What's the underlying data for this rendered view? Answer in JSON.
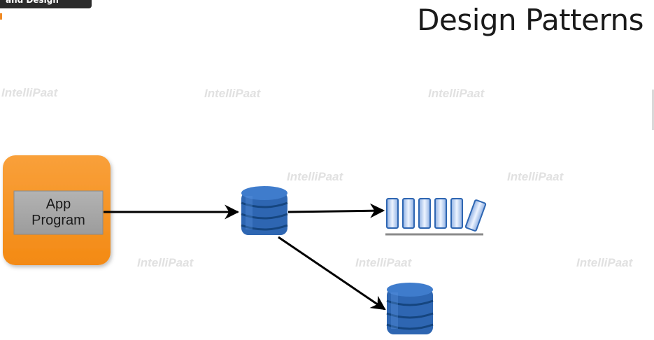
{
  "corner_tag": {
    "text": "and Design"
  },
  "page_title": "Design Patterns",
  "app_box": {
    "line1": "App",
    "line2": "Program"
  },
  "watermark": {
    "text": "IntelliPaat"
  },
  "colors": {
    "app_box_orange": "#f7941d",
    "app_box_gray": "#a6a6a6",
    "database_blue": "#2e66b2",
    "queue_blue": "#a9c4ec",
    "arrow": "#000000",
    "title": "#1a1a1a"
  }
}
